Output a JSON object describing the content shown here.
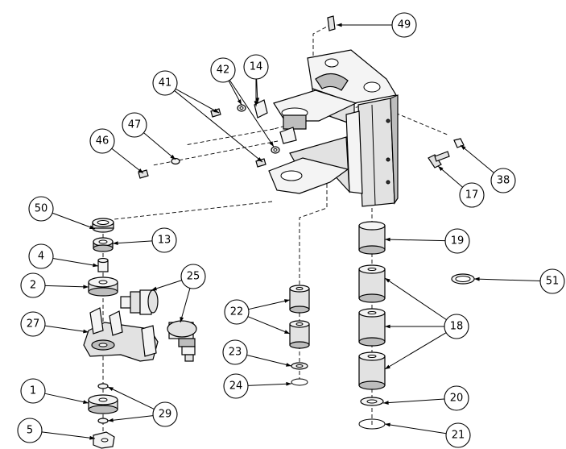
{
  "callouts": [
    {
      "id": "c49",
      "label": "49"
    },
    {
      "id": "c14",
      "label": "14"
    },
    {
      "id": "c42",
      "label": "42"
    },
    {
      "id": "c41",
      "label": "41"
    },
    {
      "id": "c47",
      "label": "47"
    },
    {
      "id": "c46",
      "label": "46"
    },
    {
      "id": "c38",
      "label": "38"
    },
    {
      "id": "c17",
      "label": "17"
    },
    {
      "id": "c50",
      "label": "50"
    },
    {
      "id": "c13",
      "label": "13"
    },
    {
      "id": "c4",
      "label": "4"
    },
    {
      "id": "c25",
      "label": "25"
    },
    {
      "id": "c2",
      "label": "2"
    },
    {
      "id": "c19",
      "label": "19"
    },
    {
      "id": "c51",
      "label": "51"
    },
    {
      "id": "c22",
      "label": "22"
    },
    {
      "id": "c27",
      "label": "27"
    },
    {
      "id": "c18",
      "label": "18"
    },
    {
      "id": "c23",
      "label": "23"
    },
    {
      "id": "c24",
      "label": "24"
    },
    {
      "id": "c1",
      "label": "1"
    },
    {
      "id": "c29",
      "label": "29"
    },
    {
      "id": "c20",
      "label": "20"
    },
    {
      "id": "c5",
      "label": "5"
    },
    {
      "id": "c21",
      "label": "21"
    }
  ]
}
